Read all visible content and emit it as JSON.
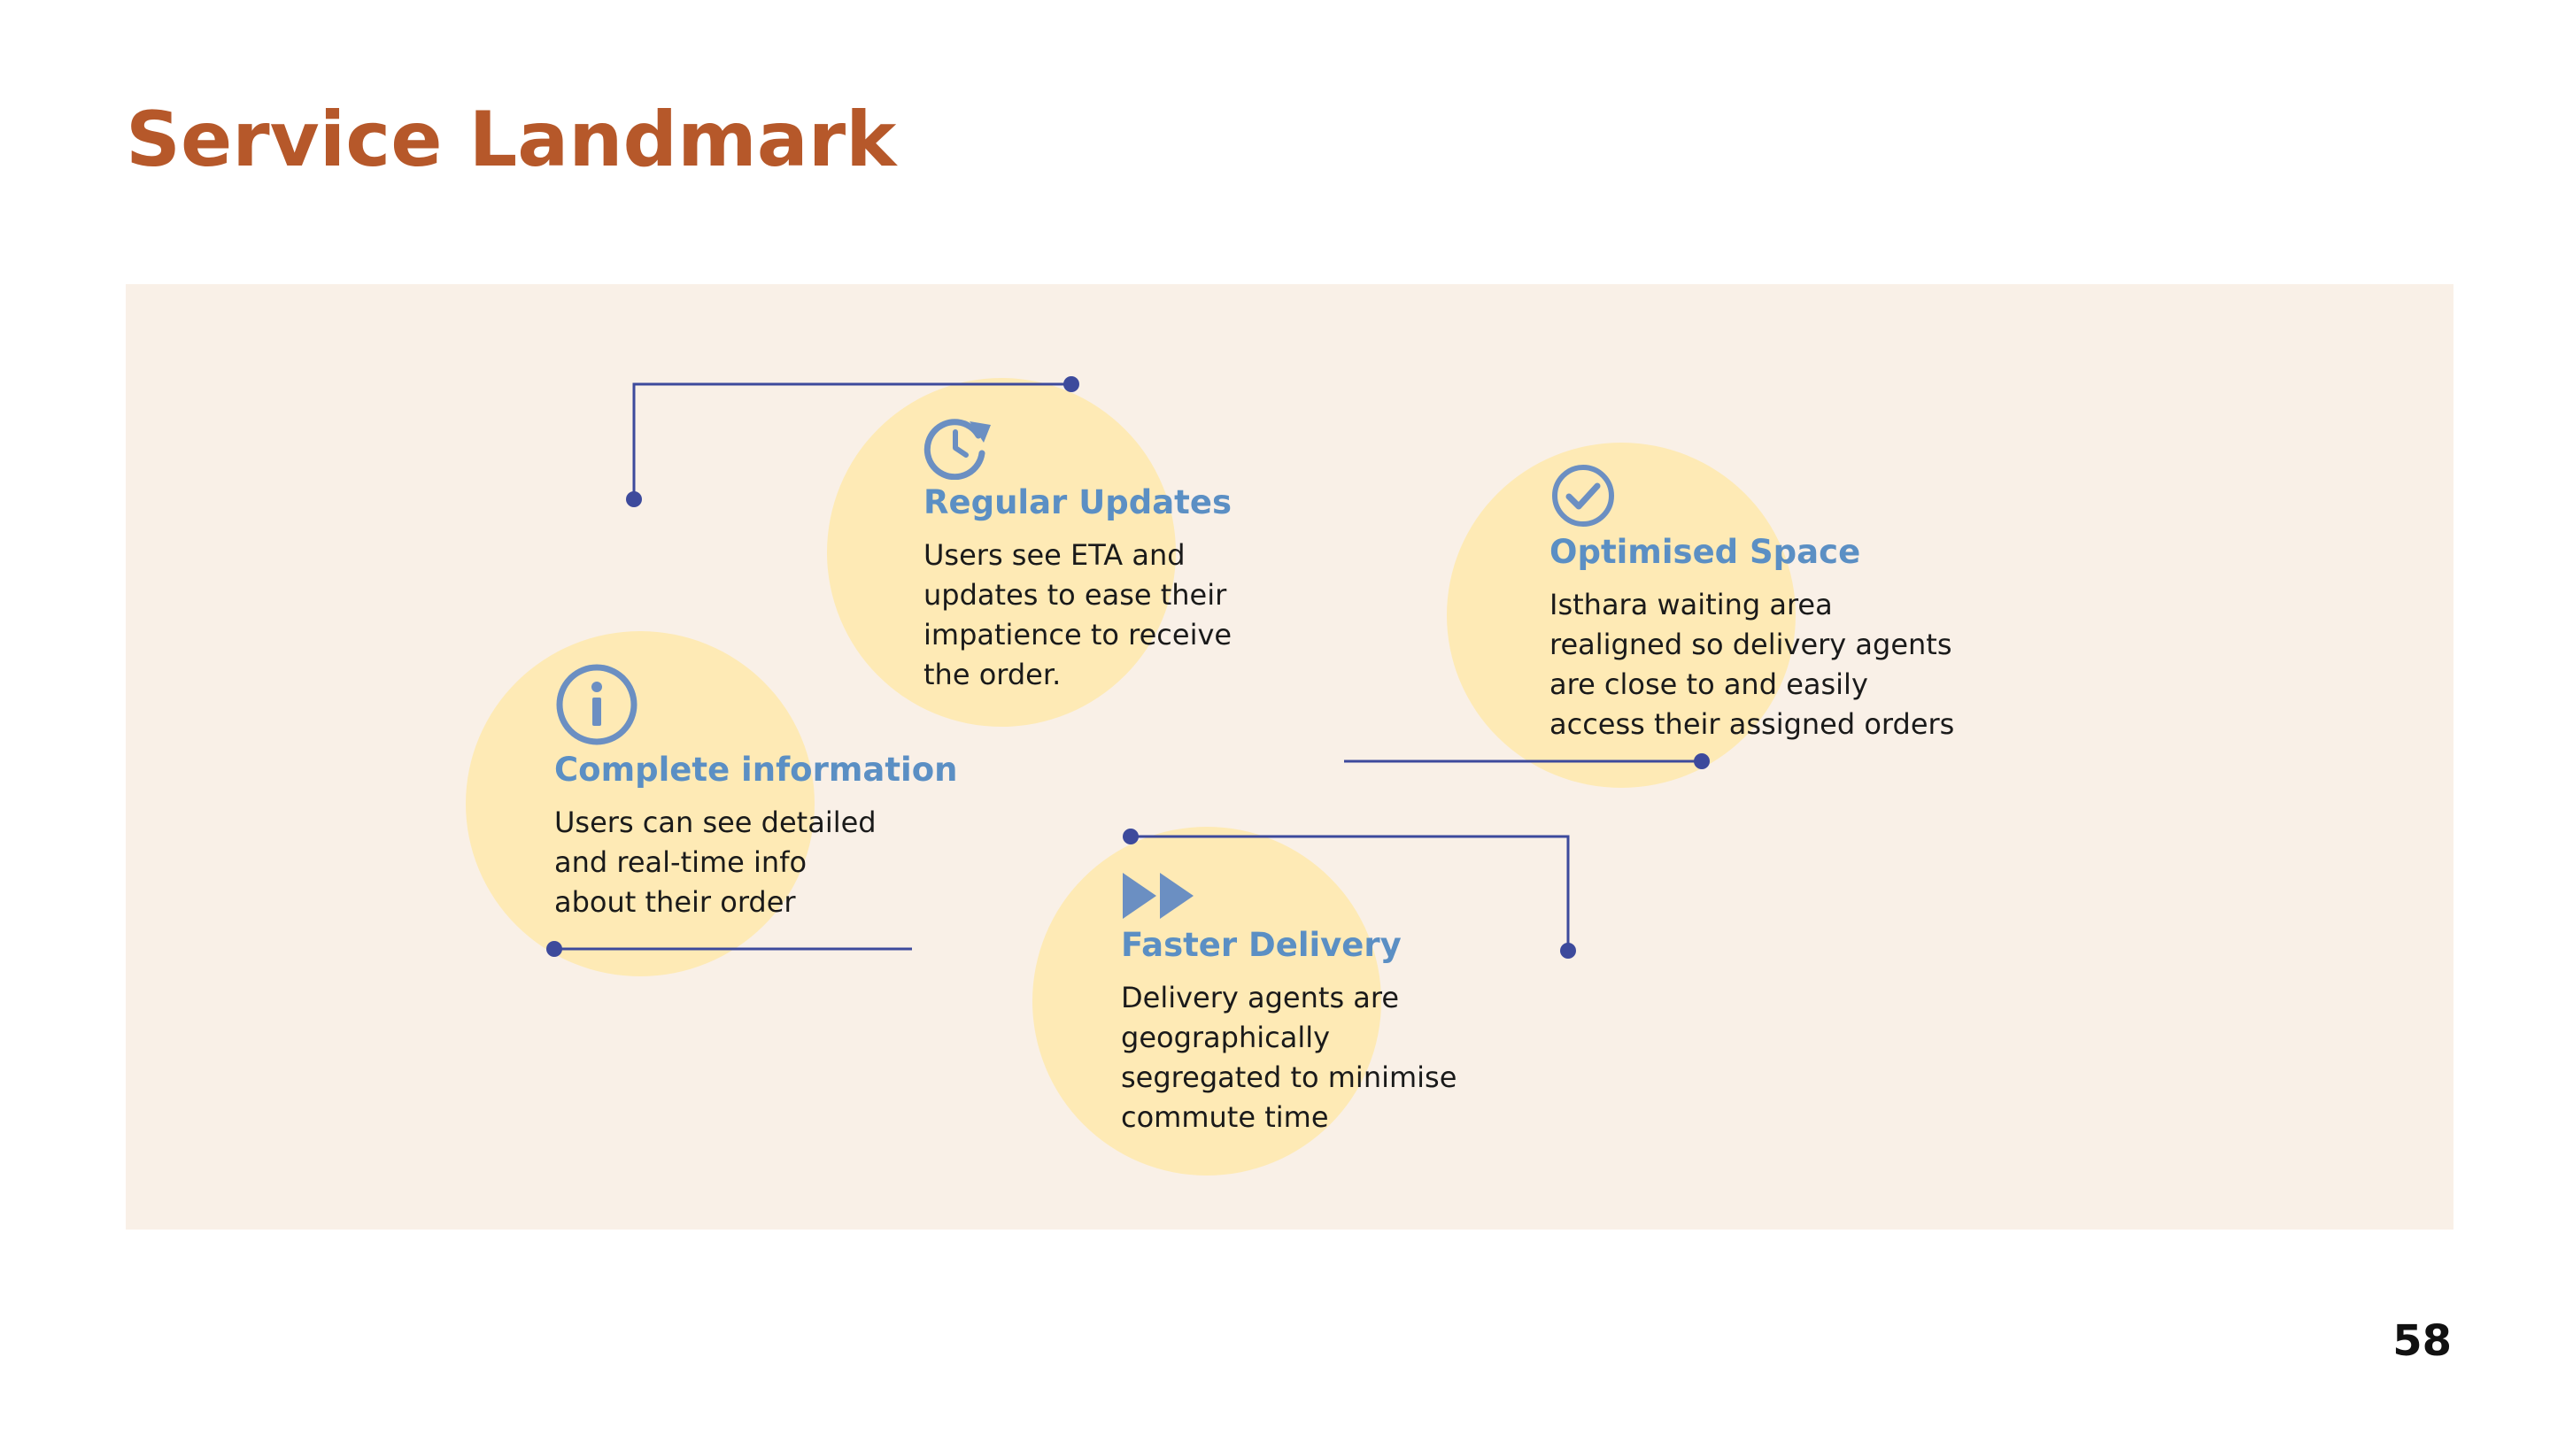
{
  "slide": {
    "title": "Service Landmark",
    "page_number": "58"
  },
  "colors": {
    "title": "#b6582a",
    "panel_background": "#f9f0e7",
    "circle_fill": "#feeab5",
    "heading": "#5b8fc4",
    "icon": "#6b8fc2",
    "connector": "#3d4a9c",
    "body_text": "#1a1a1a"
  },
  "cards": {
    "regular_updates": {
      "icon": "clock-refresh-icon",
      "title": "Regular Updates",
      "lines": [
        "Users see ETA and",
        "updates to ease their",
        "impatience to receive",
        "the order."
      ]
    },
    "optimised_space": {
      "icon": "check-circle-icon",
      "title": "Optimised Space",
      "lines": [
        "Isthara waiting area",
        "realigned so delivery agents",
        "are close to and easily",
        "access their assigned orders"
      ]
    },
    "complete_information": {
      "icon": "info-icon",
      "title": "Complete information",
      "lines": [
        "Users can see detailed",
        "and real-time info",
        "about their order"
      ]
    },
    "faster_delivery": {
      "icon": "fast-forward-icon",
      "title": "Faster Delivery",
      "lines": [
        "Delivery agents are",
        "geographically",
        "segregated to minimise",
        "commute time"
      ]
    }
  }
}
